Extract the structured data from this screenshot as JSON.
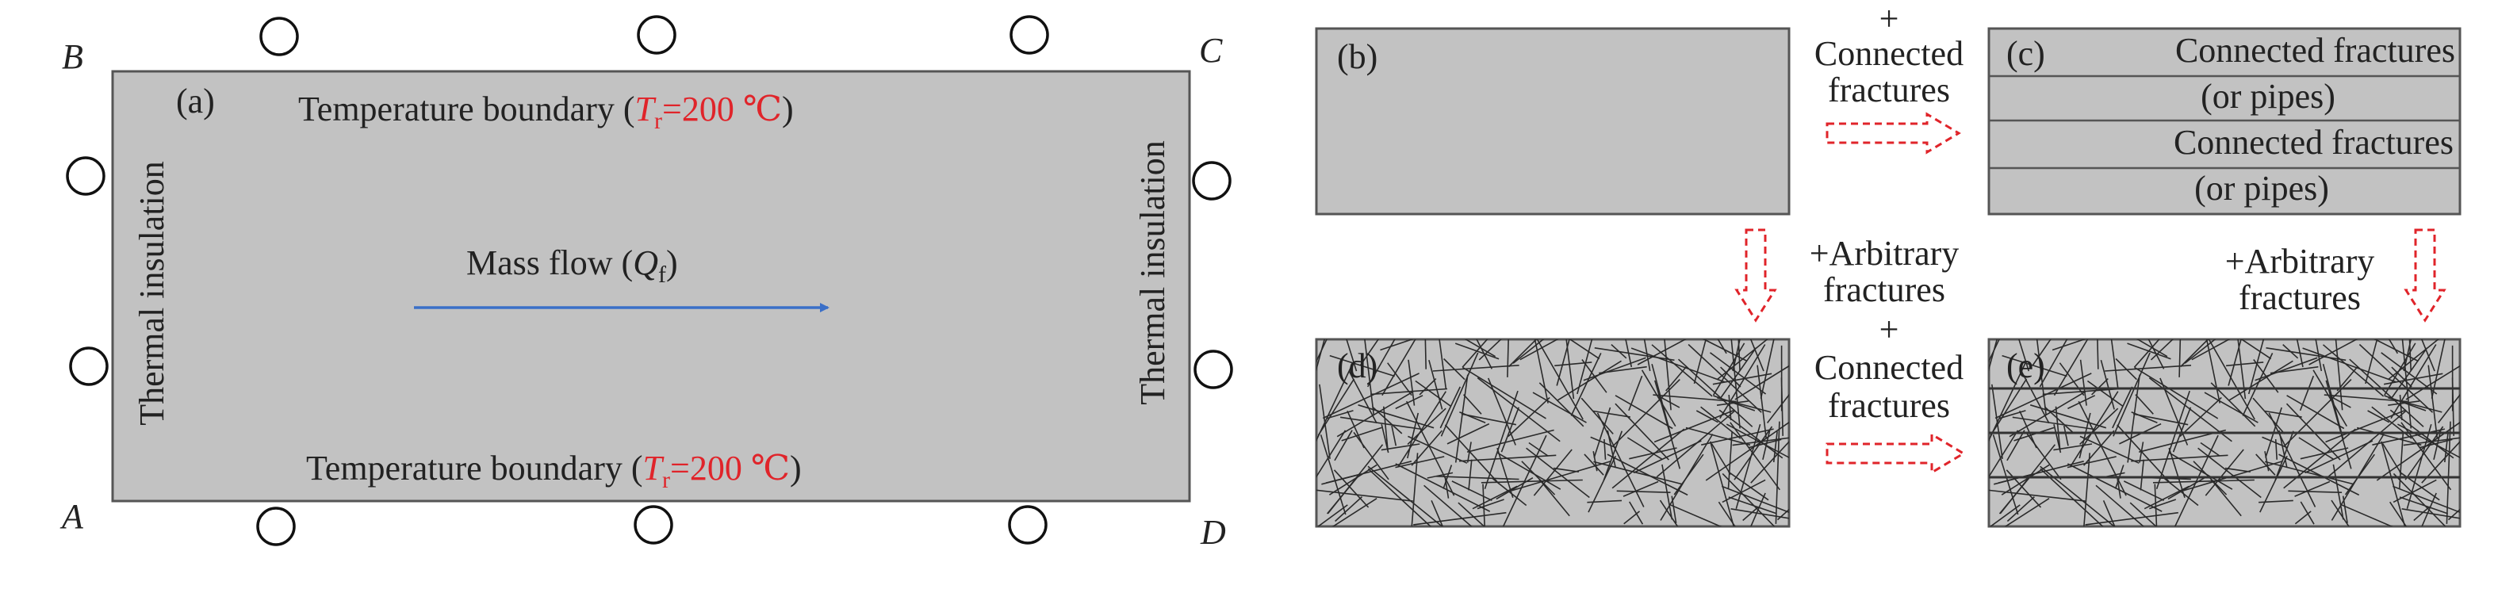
{
  "colors": {
    "panel_fill": "#c2c2c2",
    "panel_stroke": "#555555",
    "accent_red": "#e0242a",
    "flow_arrow": "#3a6fc8",
    "fracture_line": "#2a2a2a"
  },
  "panel_a": {
    "label": "(a)",
    "corners": {
      "B": "B",
      "C": "C",
      "A": "A",
      "D": "D"
    },
    "top_boundary": {
      "prefix": "Temperature boundary (",
      "var": "T",
      "sub": "r",
      "value": "=200 ℃",
      "suffix": ")"
    },
    "bottom_boundary": {
      "prefix": "Temperature boundary (",
      "var": "T",
      "sub": "r",
      "value": "=200 ℃",
      "suffix": ")"
    },
    "left_side": "Thermal insulation",
    "right_side": "Thermal insulation",
    "flow": {
      "prefix": "Mass flow (",
      "var": "Q",
      "sub": "f",
      "suffix": ")"
    }
  },
  "panel_b": {
    "label": "(b)"
  },
  "panel_c": {
    "label": "(c)",
    "rows": [
      "Connected fractures",
      "(or pipes)",
      "Connected fractures",
      "(or pipes)"
    ]
  },
  "panel_d": {
    "label": "(d)"
  },
  "panel_e": {
    "label": "(e)"
  },
  "step_b_to_c": {
    "line1": "+",
    "line2": "Connected",
    "line3": "fractures"
  },
  "step_b_to_d": {
    "line1": "+Arbitrary",
    "line2": "fractures"
  },
  "step_c_to_e": {
    "line1": "+Arbitrary",
    "line2": "fractures"
  },
  "step_d_to_e": {
    "line1": "+",
    "line2": "Connected",
    "line3": "fractures"
  }
}
